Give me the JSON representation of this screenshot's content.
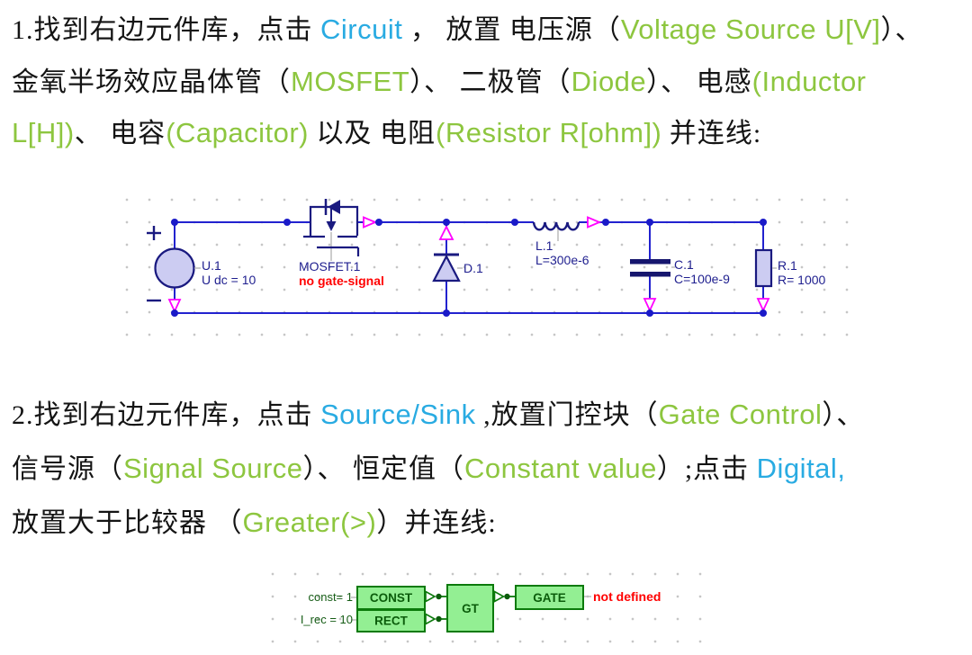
{
  "palette": {
    "keyword_blue": "#29abe2",
    "keyword_green": "#8dc63f",
    "wire_blue": "#2222cf",
    "symbol_navy": "#1a1a80",
    "component_fill": "#ccccf2",
    "warning_red": "#ff0000",
    "connector_magenta": "#ff00ff",
    "block_fill": "#93ef93",
    "block_border": "#0b7a0b",
    "block_text": "#0b5c0b"
  },
  "instructions": {
    "section1": {
      "lines": [
        {
          "segs": [
            {
              "t": "1.找到右边元件库，点击 "
            },
            {
              "t": "Circuit"
            },
            {
              "t": " ， 放置 电压源（"
            },
            {
              "t": "Voltage Source U[V]"
            },
            {
              "t": "）、"
            }
          ]
        },
        {
          "segs": [
            {
              "t": "金氧半场效应晶体管（"
            },
            {
              "t": "MOSFET"
            },
            {
              "t": "）、 二极管（"
            },
            {
              "t": "Diode"
            },
            {
              "t": "）、 电感"
            },
            {
              "t": "(Inductor"
            }
          ]
        },
        {
          "segs": [
            {
              "t": "L[H])"
            },
            {
              "t": "、 电容"
            },
            {
              "t": "(Capacitor)"
            },
            {
              "t": " 以及 电阻"
            },
            {
              "t": "(Resistor R[ohm])"
            },
            {
              "t": " 并连线:"
            }
          ]
        }
      ]
    },
    "section2": {
      "lines": [
        {
          "segs": [
            {
              "t": "2.找到右边元件库，点击 "
            },
            {
              "t": "Source/Sink"
            },
            {
              "t": " ,放置门控块（"
            },
            {
              "t": "Gate Control"
            },
            {
              "t": "）、"
            }
          ]
        },
        {
          "segs": [
            {
              "t": "信号源（"
            },
            {
              "t": "Signal Source"
            },
            {
              "t": "）、 恒定值（"
            },
            {
              "t": "Constant value"
            },
            {
              "t": "）;点击 "
            },
            {
              "t": "Digital,"
            }
          ]
        },
        {
          "segs": [
            {
              "t": "放置大于比较器 （"
            },
            {
              "t": "Greater(>)"
            },
            {
              "t": "）并连线:"
            }
          ]
        }
      ]
    }
  },
  "circuit": {
    "source_ref": "U.1",
    "source_value": "U dc = 10",
    "mosfet_ref": "MOSFET.1",
    "mosfet_warning": "no gate-signal",
    "diode_ref": "D.1",
    "inductor_ref": "L.1",
    "inductor_value": "L=300e-6",
    "capacitor_ref": "C.1",
    "capacitor_value": "C=100e-9",
    "resistor_ref": "R.1",
    "resistor_value": "R= 1000"
  },
  "logic": {
    "const_label": "const= 1",
    "const_block": "CONST",
    "rect_label": "I_rec = 10",
    "rect_block": "RECT",
    "gt_block": "GT",
    "gate_block": "GATE",
    "status": "not defined"
  }
}
